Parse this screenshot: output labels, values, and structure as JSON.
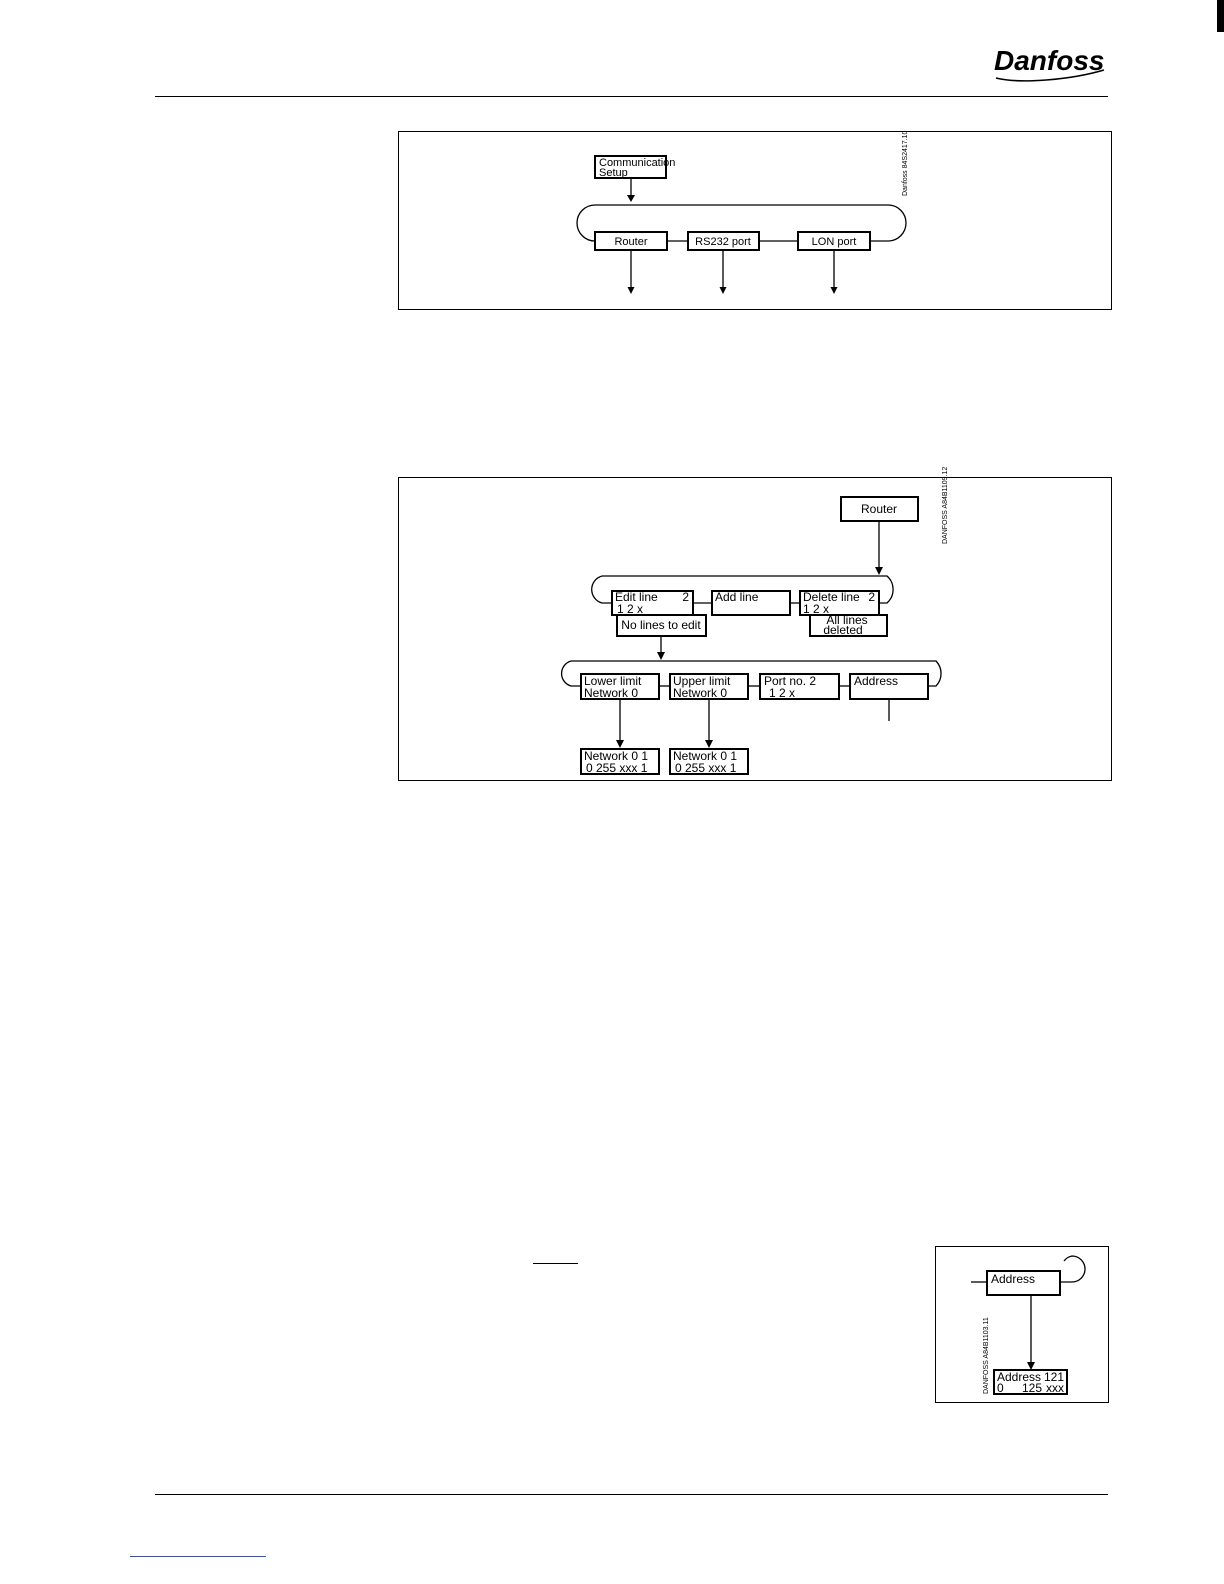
{
  "logo": {
    "text": "Danfoss"
  },
  "figure1": {
    "code": "Danfoss 84S2417.10",
    "nodes": {
      "communication_setup": [
        "Communication",
        "Setup"
      ],
      "router": "Router",
      "rs232": "RS232  port",
      "lon": "LON   port"
    }
  },
  "figure2": {
    "code": "DANFOSS A84B1109.12",
    "nodes": {
      "router": "Router",
      "edit_line": [
        "Edit  line",
        "2",
        "1    2    x"
      ],
      "add_line": "Add  line",
      "delete_line": [
        "Delete  line",
        "2",
        "1    2    x"
      ],
      "no_lines": "No  lines  to  edit",
      "all_lines_deleted": [
        "All  lines",
        "deleted"
      ],
      "lower_limit": [
        "Lower  limit",
        "Network     0"
      ],
      "upper_limit": [
        "Upper  limit",
        "Network     0"
      ],
      "port_no": [
        "Port  no.    2",
        "1    2    x"
      ],
      "address": "Address",
      "network_a": [
        "Network  0    1",
        "0  255  xxx   1"
      ],
      "network_b": [
        "Network  0    1",
        "0  255  xxx   1"
      ]
    }
  },
  "figure3": {
    "code": "DANFOSS A84B1103.11",
    "nodes": {
      "address": "Address",
      "address_value": [
        "Address",
        "121"
      ],
      "address_range": [
        "0",
        "125",
        "xxx"
      ]
    }
  }
}
